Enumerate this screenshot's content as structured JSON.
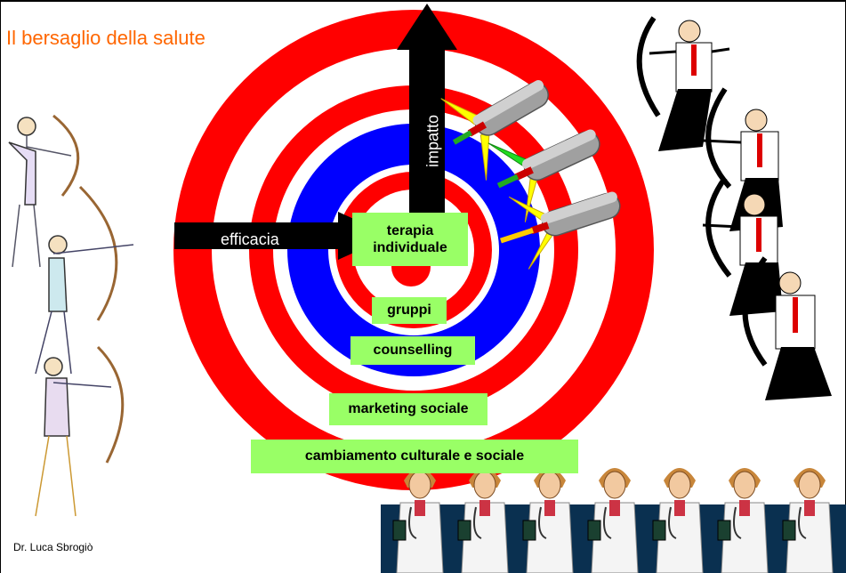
{
  "title": "Il bersaglio della salute",
  "footer": "Dr. Luca Sbrogiò",
  "arrows": {
    "impact": "impatto",
    "efficacy": "efficacia"
  },
  "levels": [
    "terapia individuale",
    "gruppi",
    "counselling",
    "marketing sociale",
    "cambiamento culturale e sociale"
  ],
  "colors": {
    "title": "#ff6600",
    "ring_outer": "#ff0000",
    "ring_middle": "#0000ff",
    "label_bg": "#99ff66",
    "banner": "#0a3050"
  }
}
